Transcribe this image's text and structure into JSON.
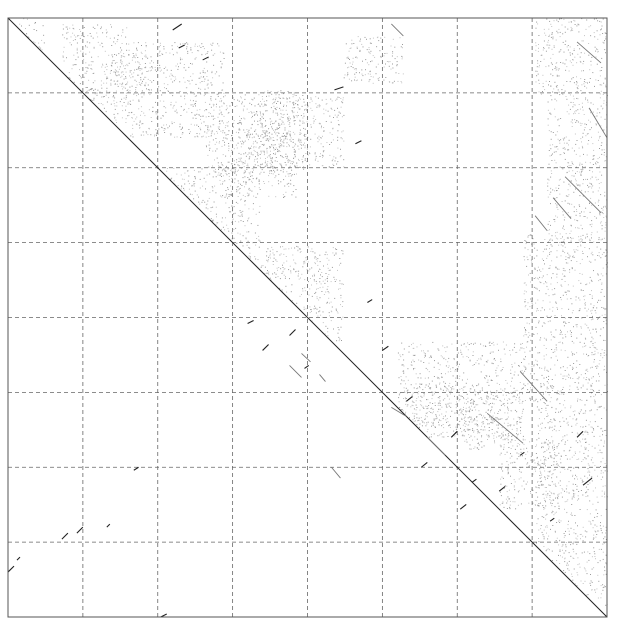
{
  "chart_data": {
    "type": "heatmap",
    "description_kind": "sequence contact map (symmetric matrix plot)",
    "matrix_size": 1000,
    "grid_divisions": [
      0,
      125,
      250,
      375,
      500,
      625,
      750,
      875,
      1000
    ],
    "grid_style": "dashed",
    "grid": true,
    "diagonal": true,
    "lower_triangle_segments": [
      {
        "x": [
          0,
          10
        ],
        "y": [
          925,
          915
        ]
      },
      {
        "x": [
          15,
          20
        ],
        "y": [
          905,
          900
        ]
      },
      {
        "x": [
          90,
          100
        ],
        "y": [
          870,
          860
        ]
      },
      {
        "x": [
          115,
          125
        ],
        "y": [
          860,
          850
        ]
      },
      {
        "x": [
          165,
          170
        ],
        "y": [
          850,
          845
        ]
      },
      {
        "x": [
          210,
          218
        ],
        "y": [
          755,
          750
        ]
      },
      {
        "x": [
          255,
          265
        ],
        "y": [
          1000,
          995
        ]
      },
      {
        "x": [
          275,
          290
        ],
        "y": [
          20,
          10
        ]
      },
      {
        "x": [
          285,
          295
        ],
        "y": [
          50,
          45
        ]
      },
      {
        "x": [
          325,
          335
        ],
        "y": [
          70,
          65
        ]
      },
      {
        "x": [
          400,
          410
        ],
        "y": [
          510,
          505
        ]
      },
      {
        "x": [
          425,
          435
        ],
        "y": [
          555,
          545
        ]
      },
      {
        "x": [
          470,
          480
        ],
        "y": [
          530,
          520
        ]
      },
      {
        "x": [
          495,
          502
        ],
        "y": [
          585,
          580
        ]
      },
      {
        "x": [
          545,
          560
        ],
        "y": [
          120,
          115
        ]
      },
      {
        "x": [
          580,
          590
        ],
        "y": [
          210,
          205
        ]
      },
      {
        "x": [
          600,
          608
        ],
        "y": [
          475,
          470
        ]
      },
      {
        "x": [
          625,
          635
        ],
        "y": [
          555,
          548
        ]
      },
      {
        "x": [
          665,
          675
        ],
        "y": [
          640,
          632
        ]
      },
      {
        "x": [
          690,
          700
        ],
        "y": [
          750,
          742
        ]
      },
      {
        "x": [
          740,
          750
        ],
        "y": [
          700,
          690
        ]
      },
      {
        "x": [
          755,
          765
        ],
        "y": [
          820,
          812
        ]
      },
      {
        "x": [
          775,
          782
        ],
        "y": [
          775,
          770
        ]
      },
      {
        "x": [
          820,
          830
        ],
        "y": [
          790,
          782
        ]
      },
      {
        "x": [
          855,
          862
        ],
        "y": [
          730,
          725
        ]
      },
      {
        "x": [
          905,
          912
        ],
        "y": [
          840,
          835
        ]
      },
      {
        "x": [
          950,
          960
        ],
        "y": [
          700,
          690
        ]
      },
      {
        "x": [
          960,
          975
        ],
        "y": [
          780,
          768
        ]
      }
    ],
    "upper_triangle_segments": [
      {
        "x": [
          470,
          490
        ],
        "y": [
          580,
          600
        ]
      },
      {
        "x": [
          490,
          505
        ],
        "y": [
          560,
          574
        ]
      },
      {
        "x": [
          520,
          530
        ],
        "y": [
          595,
          607
        ]
      },
      {
        "x": [
          540,
          555
        ],
        "y": [
          750,
          768
        ]
      },
      {
        "x": [
          855,
          900
        ],
        "y": [
          590,
          640
        ]
      },
      {
        "x": [
          880,
          900
        ],
        "y": [
          330,
          355
        ]
      },
      {
        "x": [
          910,
          940
        ],
        "y": [
          300,
          335
        ]
      },
      {
        "x": [
          930,
          990
        ],
        "y": [
          265,
          325
        ]
      },
      {
        "x": [
          950,
          990
        ],
        "y": [
          40,
          75
        ]
      },
      {
        "x": [
          800,
          860
        ],
        "y": [
          660,
          710
        ]
      },
      {
        "x": [
          640,
          665
        ],
        "y": [
          650,
          665
        ]
      },
      {
        "x": [
          700,
          730
        ],
        "y": [
          700,
          730
        ]
      },
      {
        "x": [
          640,
          660
        ],
        "y": [
          10,
          30
        ]
      },
      {
        "x": [
          970,
          1000
        ],
        "y": [
          150,
          200
        ]
      }
    ],
    "dense_regions": [
      {
        "x": [
          10,
          60
        ],
        "y": [
          0,
          60
        ]
      },
      {
        "x": [
          90,
          200
        ],
        "y": [
          10,
          180
        ]
      },
      {
        "x": [
          200,
          360
        ],
        "y": [
          40,
          200
        ]
      },
      {
        "x": [
          330,
          500
        ],
        "y": [
          120,
          260
        ]
      },
      {
        "x": [
          260,
          420
        ],
        "y": [
          250,
          380
        ]
      },
      {
        "x": [
          420,
          560
        ],
        "y": [
          130,
          250
        ]
      },
      {
        "x": [
          400,
          560
        ],
        "y": [
          380,
          540
        ]
      },
      {
        "x": [
          560,
          660
        ],
        "y": [
          30,
          110
        ]
      },
      {
        "x": [
          650,
          860
        ],
        "y": [
          540,
          700
        ]
      },
      {
        "x": [
          660,
          780
        ],
        "y": [
          610,
          680
        ]
      },
      {
        "x": [
          760,
          860
        ],
        "y": [
          620,
          720
        ]
      },
      {
        "x": [
          880,
          1000
        ],
        "y": [
          0,
          130
        ]
      },
      {
        "x": [
          900,
          1000
        ],
        "y": [
          130,
          360
        ]
      },
      {
        "x": [
          860,
          1000
        ],
        "y": [
          360,
          640
        ]
      },
      {
        "x": [
          880,
          1000
        ],
        "y": [
          640,
          980
        ]
      },
      {
        "x": [
          820,
          920
        ],
        "y": [
          700,
          820
        ]
      },
      {
        "x": [
          160,
          240
        ],
        "y": [
          60,
          130
        ]
      },
      {
        "x": [
          360,
          480
        ],
        "y": [
          170,
          300
        ]
      }
    ]
  }
}
